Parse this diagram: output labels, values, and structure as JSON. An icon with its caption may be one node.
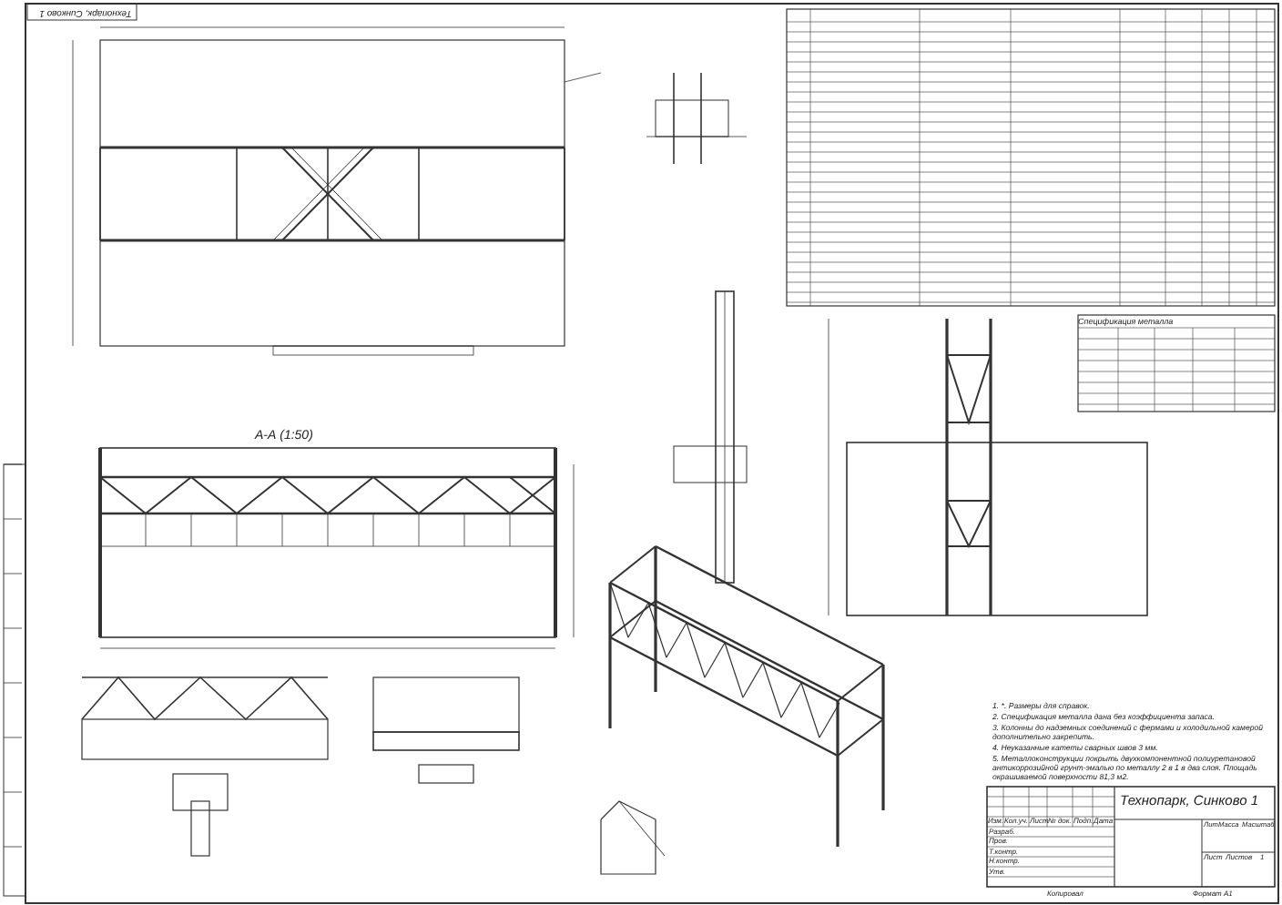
{
  "diagram": {
    "labels": [
      "Технопарк, Синково 1",
      "А-А (1:50)",
      "Спецификация металла",
      "1. *. Размеры для справок.",
      "2. Спецификация металла дана без коэффициента запаса.",
      "3. Колонны до надземных соединений с фермами и холодильной камерой дополнительно закрепить.",
      "4. Неуказанные катеты сварных швов 3 мм.",
      "5. Металлоконструкции покрыть двухкомпонентной полиуретановой антикоррозийной грунт-эмалью по металлу 2 в 1 в два слоя. Площадь окрашиваемой поверхности 81,3 м2.",
      "Технопарк, Синково 1",
      "Лит.",
      "Масса",
      "Масштаб",
      "Изм.",
      "Кол.уч.",
      "Лист",
      "№ док.",
      "Подп.",
      "Дата",
      "Разраб.",
      "Пров.",
      "Т.контр.",
      "Н.контр.",
      "Утв.",
      "Лист",
      "Листов",
      "1",
      "Копировал",
      "Формат A1"
    ]
  }
}
